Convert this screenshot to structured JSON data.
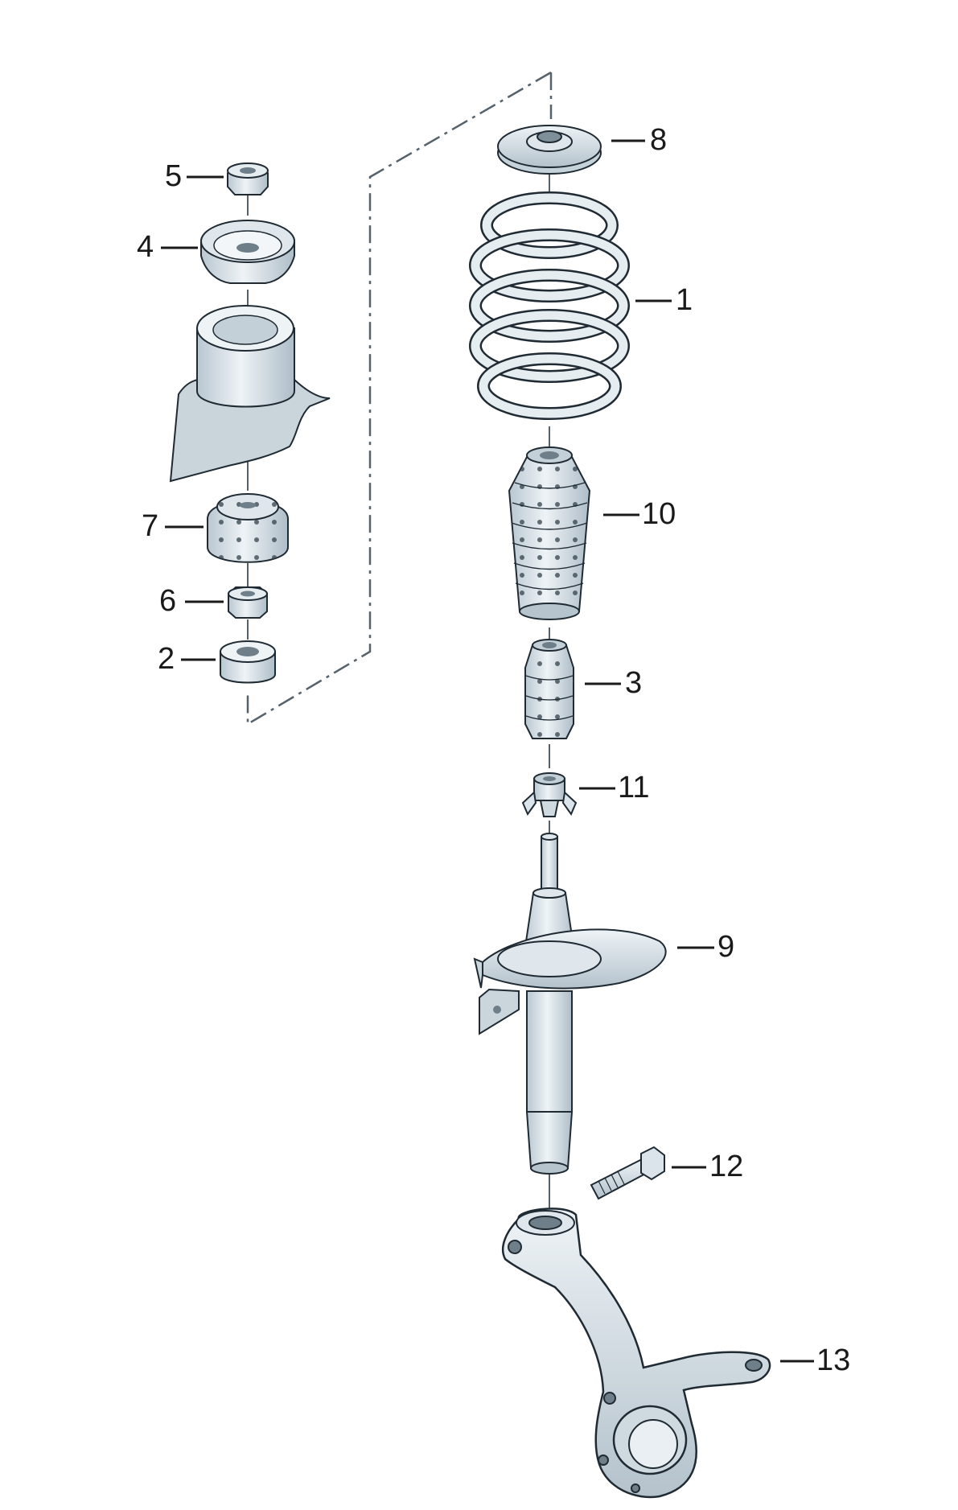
{
  "diagram": {
    "callouts": {
      "c1": "1",
      "c2": "2",
      "c3": "3",
      "c4": "4",
      "c5": "5",
      "c6": "6",
      "c7": "7",
      "c8": "8",
      "c9": "9",
      "c10": "10",
      "c11": "11",
      "c12": "12",
      "c13": "13"
    }
  },
  "colors": {
    "part_fill": "#dde6ec",
    "part_shade": "#b6c4ce",
    "part_highlight": "#f2f6f8",
    "outline": "#1f2a33",
    "leader": "#1a1a1a",
    "hole": "#6f7f8a"
  }
}
